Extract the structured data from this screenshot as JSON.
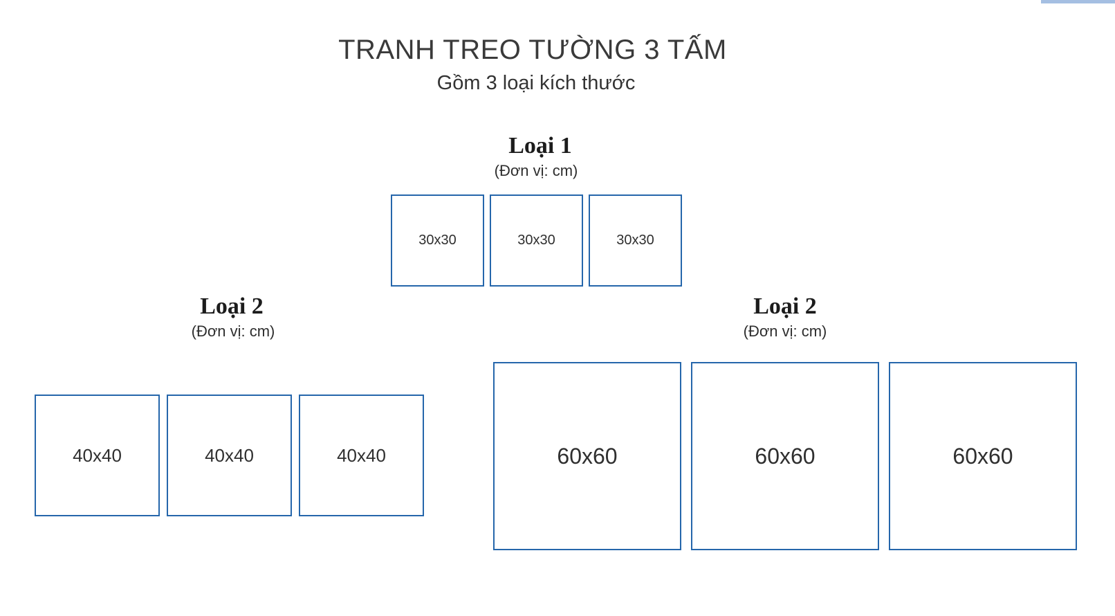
{
  "page": {
    "title": "TRANH TREO TƯỜNG 3 TẤM",
    "subtitle": "Gồm 3 loại kích thước"
  },
  "colors": {
    "panel_border": "#2566ab",
    "corner_strip": "#a5bfe2",
    "title_text": "#3a3a3a",
    "body_text": "#2f2f2f"
  },
  "groups": [
    {
      "heading": "Loại 1",
      "unit_note": "(Đơn vị: cm)",
      "size_label": "30x30",
      "panels": [
        "30x30",
        "30x30",
        "30x30"
      ]
    },
    {
      "heading": "Loại 2",
      "unit_note": "(Đơn vị: cm)",
      "size_label": "40x40",
      "panels": [
        "40x40",
        "40x40",
        "40x40"
      ]
    },
    {
      "heading": "Loại 2",
      "unit_note": "(Đơn vị: cm)",
      "size_label": "60x60",
      "panels": [
        "60x60",
        "60x60",
        "60x60"
      ]
    }
  ]
}
